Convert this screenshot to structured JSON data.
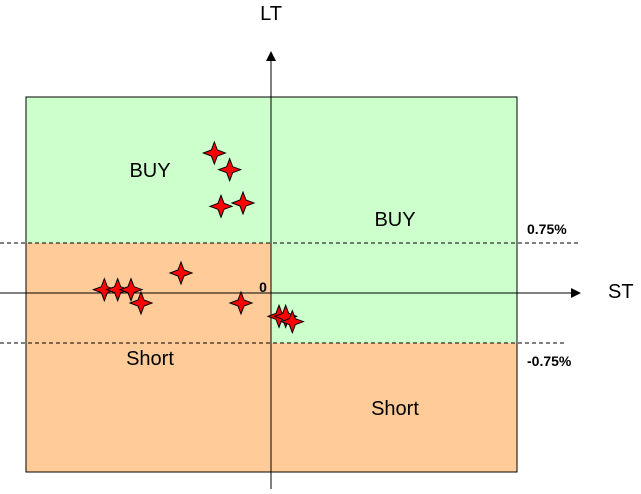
{
  "axes": {
    "x_label": "ST",
    "y_label": "LT",
    "origin_label": "0"
  },
  "thresholds": {
    "upper_label": "0.75%",
    "lower_label": "-0.75%"
  },
  "regions": {
    "buy_left": "BUY",
    "buy_right": "BUY",
    "short_left": "Short",
    "short_right": "Short"
  },
  "colors": {
    "buy_fill": "#ccffcc",
    "short_fill": "#ffcc99",
    "marker_fill": "#ff0000",
    "marker_stroke": "#000000",
    "line": "#000000"
  },
  "markers": {
    "shape": "four-point-star",
    "points_st_lt": [
      [
        -0.85,
        2.1
      ],
      [
        -0.62,
        1.85
      ],
      [
        -0.75,
        1.3
      ],
      [
        -0.42,
        1.35
      ],
      [
        -2.5,
        0.05
      ],
      [
        -2.3,
        0.05
      ],
      [
        -2.1,
        0.05
      ],
      [
        -1.95,
        -0.15
      ],
      [
        -1.35,
        0.3
      ],
      [
        -0.45,
        -0.15
      ],
      [
        0.12,
        -0.35
      ],
      [
        0.22,
        -0.35
      ],
      [
        0.32,
        -0.43
      ]
    ]
  }
}
